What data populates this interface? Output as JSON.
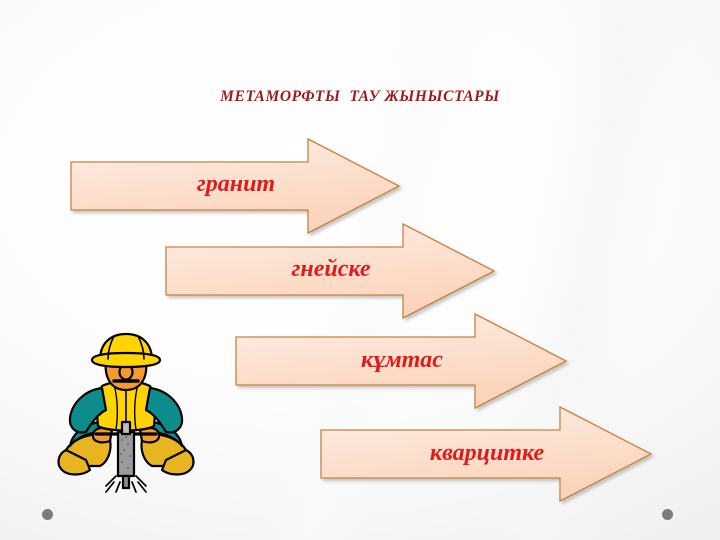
{
  "slide": {
    "title": "МЕТАМОРФТЫ  ТАУ ЖЫНЫСТАРЫ",
    "background_colors": {
      "center": "#ffffff",
      "edge": "#e7e7e7"
    }
  },
  "arrows": [
    {
      "label": "гранит",
      "fill": "#FBDCC8",
      "fill_light": "#FDEDE3",
      "stroke": "#C8833C",
      "text_color": "#E01B1B"
    },
    {
      "label": "гнейске",
      "fill": "#FBDCC8",
      "fill_light": "#FDEDE3",
      "stroke": "#C8833C",
      "text_color": "#E01B1B"
    },
    {
      "label": "кұмтас",
      "fill": "#FBDCC8",
      "fill_light": "#FDEDE3",
      "stroke": "#C8833C",
      "text_color": "#E01B1B"
    },
    {
      "label": "кварцитке",
      "fill": "#FBDCC8",
      "fill_light": "#FDEDE3",
      "stroke": "#C8833C",
      "text_color": "#E01B1B"
    }
  ],
  "clipart": {
    "name": "construction-worker-with-jackhammer",
    "colors": {
      "helmet": "#FFD400",
      "vest": "#FFD400",
      "shirt": "#0E8C8C",
      "pants": "#0E8C8C",
      "boots": "#E8B420",
      "skin": "#F59A2E",
      "jackhammer": "#9A9A9A",
      "outline": "#000000"
    }
  },
  "footer_dots": {
    "color": "#7C7C7C",
    "count": 2
  }
}
